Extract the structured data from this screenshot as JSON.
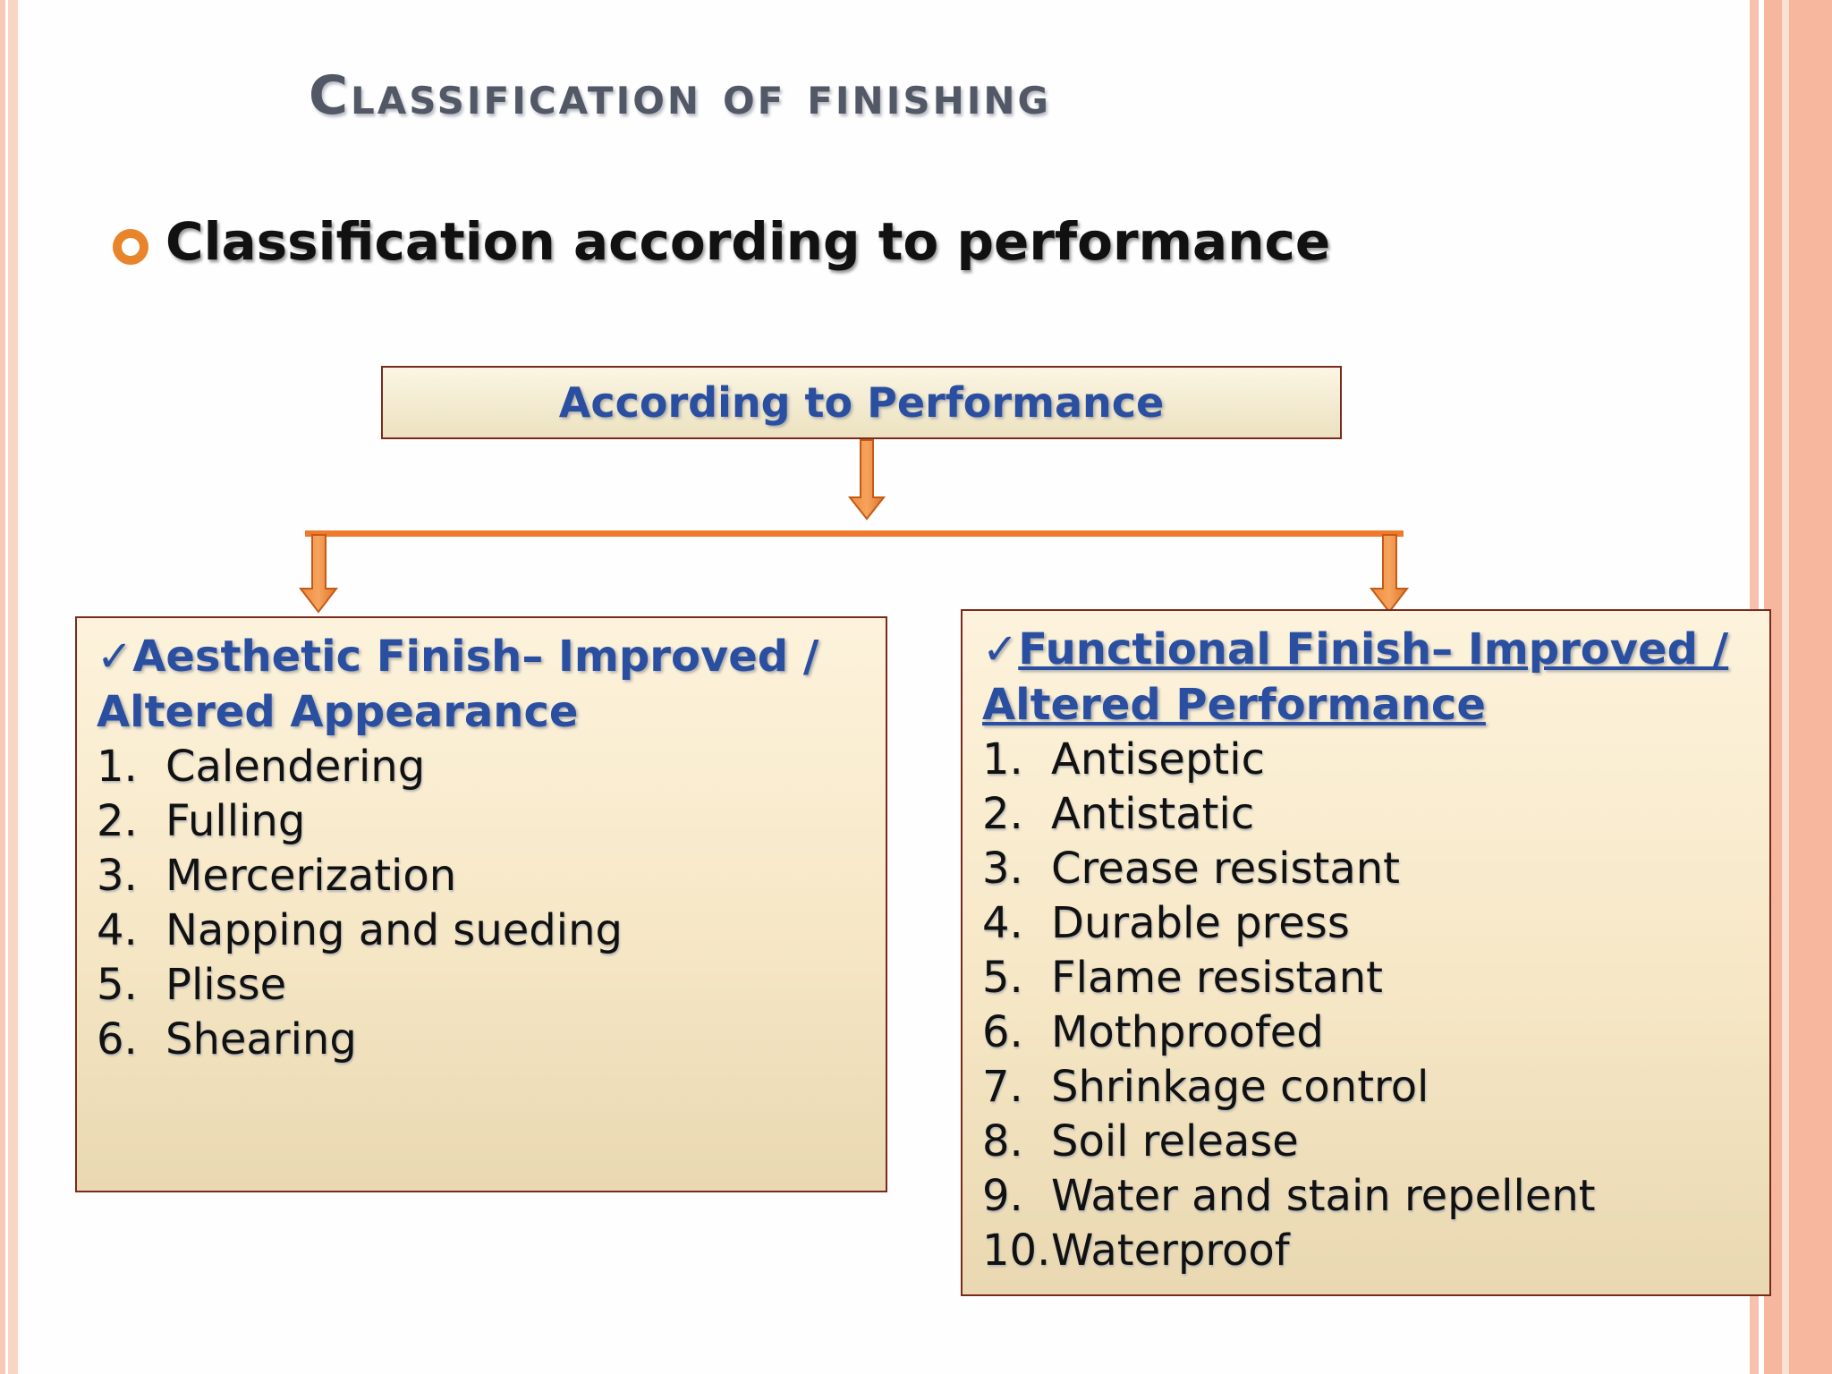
{
  "slide": {
    "title": "Classification of finishing",
    "bullet_text": "Classification according to performance"
  },
  "diagram": {
    "root": "According to Performance",
    "aesthetic": {
      "heading_line1": "Aesthetic Finish– Improved /",
      "heading_line2": "Altered Appearance",
      "items": [
        {
          "num": "1.",
          "text": "Calendering"
        },
        {
          "num": "2.",
          "text": "Fulling"
        },
        {
          "num": "3.",
          "text": "Mercerization"
        },
        {
          "num": "4.",
          "text": "Napping and sueding"
        },
        {
          "num": "5.",
          "text": "Plisse"
        },
        {
          "num": "6.",
          "text": "Shearing"
        }
      ]
    },
    "functional": {
      "heading_line1": "Functional Finish– Improved /",
      "heading_line2": "Altered Performance",
      "items": [
        {
          "num": "1.",
          "text": "Antiseptic"
        },
        {
          "num": "2.",
          "text": "Antistatic"
        },
        {
          "num": "3.",
          "text": "Crease resistant"
        },
        {
          "num": "4.",
          "text": "Durable press"
        },
        {
          "num": "5.",
          "text": "Flame resistant"
        },
        {
          "num": "6.",
          "text": "Mothproofed"
        },
        {
          "num": "7.",
          "text": "Shrinkage control"
        },
        {
          "num": "8.",
          "text": "Soil release"
        },
        {
          "num": "9.",
          "text": "Water and stain repellent"
        },
        {
          "num": "10.",
          "text": "Waterproof"
        }
      ]
    }
  },
  "colors": {
    "accent_orange": "#e8852c",
    "heading_blue": "#2a4fa0",
    "box_border": "#7a2a1c"
  }
}
